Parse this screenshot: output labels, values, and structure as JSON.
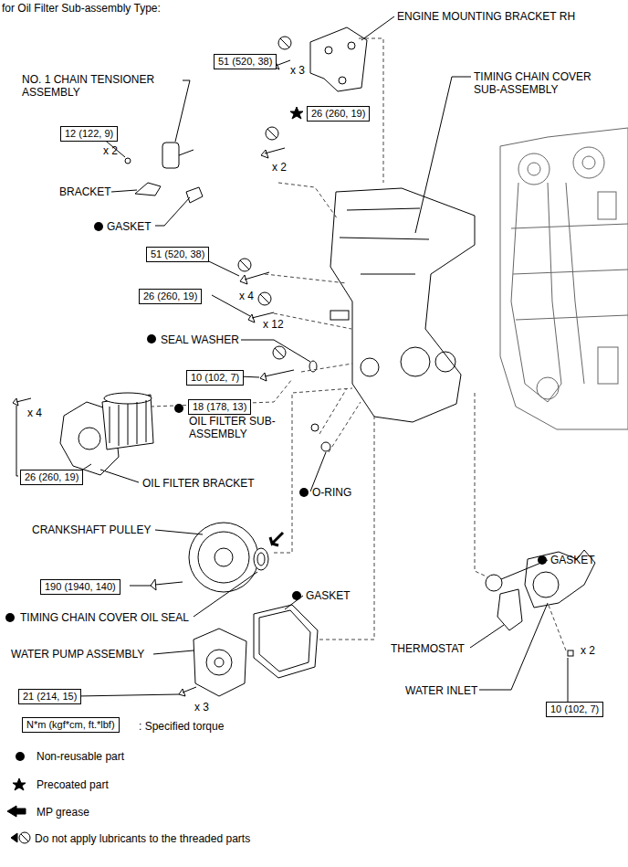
{
  "diagram": {
    "title": "for Oil Filter Sub-assembly Type:",
    "nodes": [
      {
        "text": [
          "51 (520, 38)"
        ]
      },
      {
        "text": [
          "12 (122, 9)"
        ]
      },
      {
        "text": [
          "26 (260, 19)"
        ]
      },
      {
        "text": [
          "51 (520, 38)"
        ]
      },
      {
        "text": [
          "26 (260, 19)"
        ]
      },
      {
        "text": [
          "10 (102, 7)"
        ]
      },
      {
        "text": [
          "18 (178, 13)"
        ]
      },
      {
        "text": [
          "26 (260, 19)"
        ]
      },
      {
        "text": [
          "190 (1940, 140)"
        ]
      },
      {
        "text": [
          "21 (214, 15)"
        ]
      },
      {
        "text": [
          "10 (102, 7)"
        ]
      },
      {
        "text": [
          "N*m (kgf*cm, ft.*lbf)"
        ]
      }
    ],
    "labels": [
      "ENGINE MOUNTING BRACKET RH",
      "x 3",
      "TIMING CHAIN COVER SUB-ASSEMBLY",
      "NO. 1 CHAIN TENSIONER ASSEMBLY",
      "x 2",
      "x 2",
      "BRACKET",
      "GASKET",
      "x 4",
      "x 12",
      "SEAL WASHER",
      "x 4",
      "OIL FILTER SUB-ASSEMBLY",
      "OIL FILTER BRACKET",
      "O-RING",
      "CRANKSHAFT PULLEY",
      "TIMING CHAIN COVER OIL SEAL",
      "GASKET",
      "WATER PUMP ASSEMBLY",
      "x 3",
      "GASKET",
      "THERMOSTAT",
      "WATER INLET",
      "x 2"
    ],
    "legend": [
      {
        "text": ": Specified torque"
      },
      {
        "text": "Non-reusable part"
      },
      {
        "text": "Precoated part"
      },
      {
        "text": "MP grease"
      },
      {
        "text": "Do not apply lubricants to the threaded parts"
      }
    ]
  }
}
